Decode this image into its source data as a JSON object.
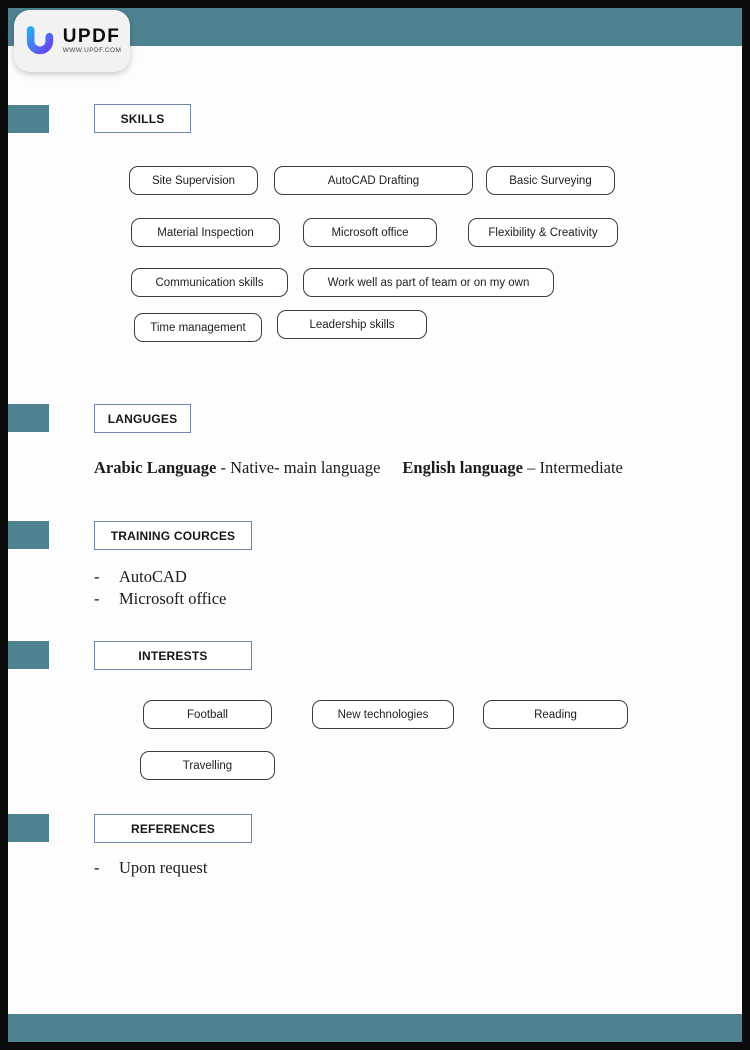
{
  "logo": {
    "name": "UPDF",
    "url": "WWW.UPDF.COM"
  },
  "colors": {
    "accent_teal": "#4e8290",
    "frame_black": "#0b0b0b",
    "heading_border": "#6e86a8",
    "pill_border": "#3c3c3c",
    "page_bg": "#fdfdfd"
  },
  "skills": {
    "title": "SKILLS",
    "items": [
      {
        "label": "Site Supervision"
      },
      {
        "label": "AutoCAD Drafting"
      },
      {
        "label": "Basic Surveying"
      },
      {
        "label": "Material Inspection"
      },
      {
        "label": "Microsoft office"
      },
      {
        "label": "Flexibility & Creativity"
      },
      {
        "label": "Communication skills"
      },
      {
        "label": "Work well as part of team or on my own"
      },
      {
        "label": "Time management"
      },
      {
        "label": "Leadership skills"
      }
    ]
  },
  "languages": {
    "title": "LANGUGES",
    "arabic_name": "Arabic Language",
    "arabic_desc": " - Native- main language",
    "english_name": "English language",
    "english_desc": " – Intermediate"
  },
  "training": {
    "title": "TRAINING COURCES",
    "items": [
      {
        "bullet": "-",
        "label": "AutoCAD"
      },
      {
        "bullet": "-",
        "label": "Microsoft office"
      }
    ]
  },
  "interests": {
    "title": "INTERESTS",
    "items": [
      {
        "label": "Football"
      },
      {
        "label": "New technologies"
      },
      {
        "label": "Reading"
      },
      {
        "label": "Travelling"
      }
    ]
  },
  "references": {
    "title": "REFERENCES",
    "items": [
      {
        "bullet": "-",
        "label": "Upon request"
      }
    ]
  }
}
